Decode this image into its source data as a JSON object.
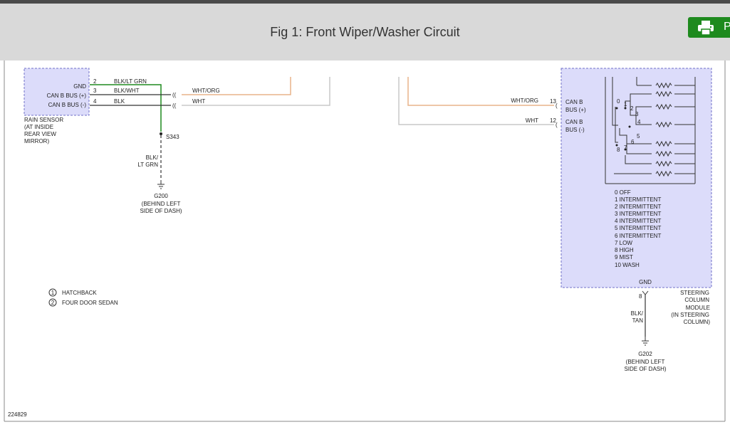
{
  "header": {
    "title": "Fig 1: Front Wiper/Washer Circuit",
    "print_label": "P",
    "print_icon": "printer-icon"
  },
  "rain_sensor": {
    "pins": [
      {
        "num": "2",
        "label": "GND",
        "wire": "BLK/LT GRN"
      },
      {
        "num": "3",
        "label": "CAN B BUS (+)",
        "wire": "BLK/WHT"
      },
      {
        "num": "4",
        "label": "CAN B BUS (-)",
        "wire": "BLK"
      }
    ],
    "name_lines": [
      "RAIN SENSOR",
      "(AT INSIDE",
      "REAR VIEW",
      "MIRROR)"
    ],
    "splice": "S343",
    "splice_wire": [
      "BLK/",
      "LT GRN"
    ],
    "ground": "G200",
    "ground_lines": [
      "(BEHIND LEFT",
      "SIDE OF DASH)"
    ],
    "out_wires": [
      "WHT/ORG",
      "WHT"
    ]
  },
  "steering_module": {
    "pins": [
      {
        "wire": "WHT/ORG",
        "num": "13",
        "lines": [
          "CAN B",
          "BUS (+)"
        ]
      },
      {
        "wire": "WHT",
        "num": "12",
        "lines": [
          "CAN B",
          "BUS (-)"
        ]
      }
    ],
    "switch_numbers": [
      "0",
      "1",
      "2",
      "3",
      "4",
      "5",
      "6",
      "7",
      "8"
    ],
    "positions": [
      "0 OFF",
      "1 INTERMITTENT",
      "2 INTERMITTENT",
      "3 INTERMITTENT",
      "4 INTERMITTENT",
      "5 INTERMITTENT",
      "6 INTERMITTENT",
      "7 LOW",
      "8 HIGH",
      "9 MIST",
      "10 WASH"
    ],
    "gnd_label": "GND",
    "gnd_pin": "8",
    "gnd_wire": [
      "BLK/",
      "TAN"
    ],
    "name_lines": [
      "STEERING",
      "COLUMN",
      "MODULE",
      "(IN STEERING",
      "COLUMN)"
    ],
    "ground": "G202",
    "ground_lines": [
      "(BEHIND LEFT",
      "SIDE OF DASH)"
    ]
  },
  "legend": [
    {
      "num": "1",
      "text": "HATCHBACK"
    },
    {
      "num": "2",
      "text": "FOUR DOOR SEDAN"
    }
  ],
  "figure_id": "224829",
  "colors": {
    "header_bg": "#d9d9d9",
    "print_button": "#1e8a1e",
    "component_fill": "#dcdcfa",
    "component_border": "#7070c8",
    "wire_wht_org": "#e8b48a",
    "wire_wht": "#c8c8c8",
    "wire_green": "#1e8a1e",
    "wire_black": "#333333"
  }
}
